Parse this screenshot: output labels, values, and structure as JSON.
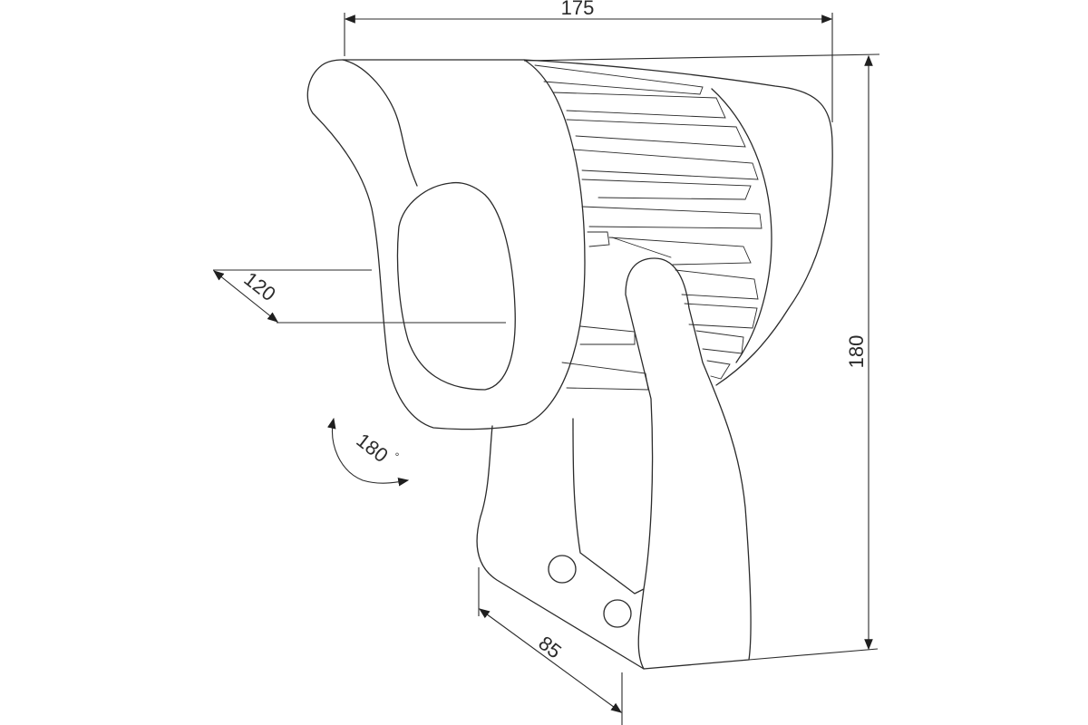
{
  "diagram": {
    "dimensions": {
      "width": "175",
      "height": "180",
      "diameter": "120",
      "depth": "85"
    },
    "rotation": {
      "value": "180",
      "unit": "°"
    },
    "colors": {
      "line": "#2b2b2b",
      "background": "#ffffff"
    }
  }
}
